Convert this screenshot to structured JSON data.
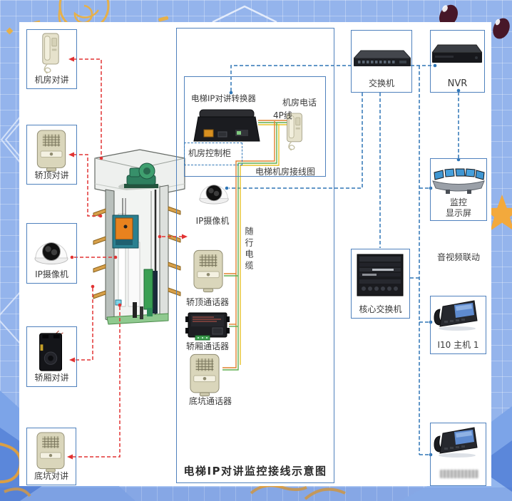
{
  "diagram_title": "电梯IP对讲监控接线示意图",
  "left_column": {
    "items": [
      {
        "label": "机房对讲",
        "icon": "wall-phone-icon"
      },
      {
        "label": "轿顶对讲",
        "icon": "intercom-speaker-icon"
      },
      {
        "label": "IP摄像机",
        "icon": "dome-camera-icon"
      },
      {
        "label": "轿厢对讲",
        "icon": "cabin-intercom-icon"
      },
      {
        "label": "底坑对讲",
        "icon": "intercom-speaker-icon"
      }
    ]
  },
  "machine_room_box": {
    "converter_label": "电梯IP对讲转换器",
    "phone_label": "机房电话",
    "cable_label": "4P线",
    "cabinet_label": "机房控制柜",
    "caption": "电梯机房接线图",
    "icons": {
      "converter": "ip-converter-icon",
      "phone": "wall-phone-icon"
    }
  },
  "shaft_devices": {
    "camera_label": "IP摄像机",
    "traveling_cable_label": "随行电缆",
    "car_top_talker_label": "轿顶通话器",
    "car_talker_label": "轿厢通话器",
    "pit_talker_label": "底坑通话器",
    "center_illustration": "elevator-shaft-3d-illustration"
  },
  "network_column": {
    "switch_label": "交换机",
    "nvr_label": "NVR",
    "monitor_label_line1": "监控",
    "monitor_label_line2": "显示屏",
    "av_linkage_label": "音视频联动",
    "core_switch_label": "核心交换机",
    "host_label": "I10 主机 1",
    "bottom_phone": {
      "icon": "ip-phone-icon",
      "watermark_blurred": true
    }
  },
  "colors": {
    "box_border": "#4f81bd",
    "intercom_line_red": "#e23333",
    "network_line_blue": "#2e75b6",
    "wire_orange": "#e0812f",
    "wire_green": "#5fae4e",
    "wire_yellow": "#e6c229",
    "background": "#94b4ec",
    "canvas": "#ffffff",
    "decoration_gold": "#e6b04a"
  }
}
